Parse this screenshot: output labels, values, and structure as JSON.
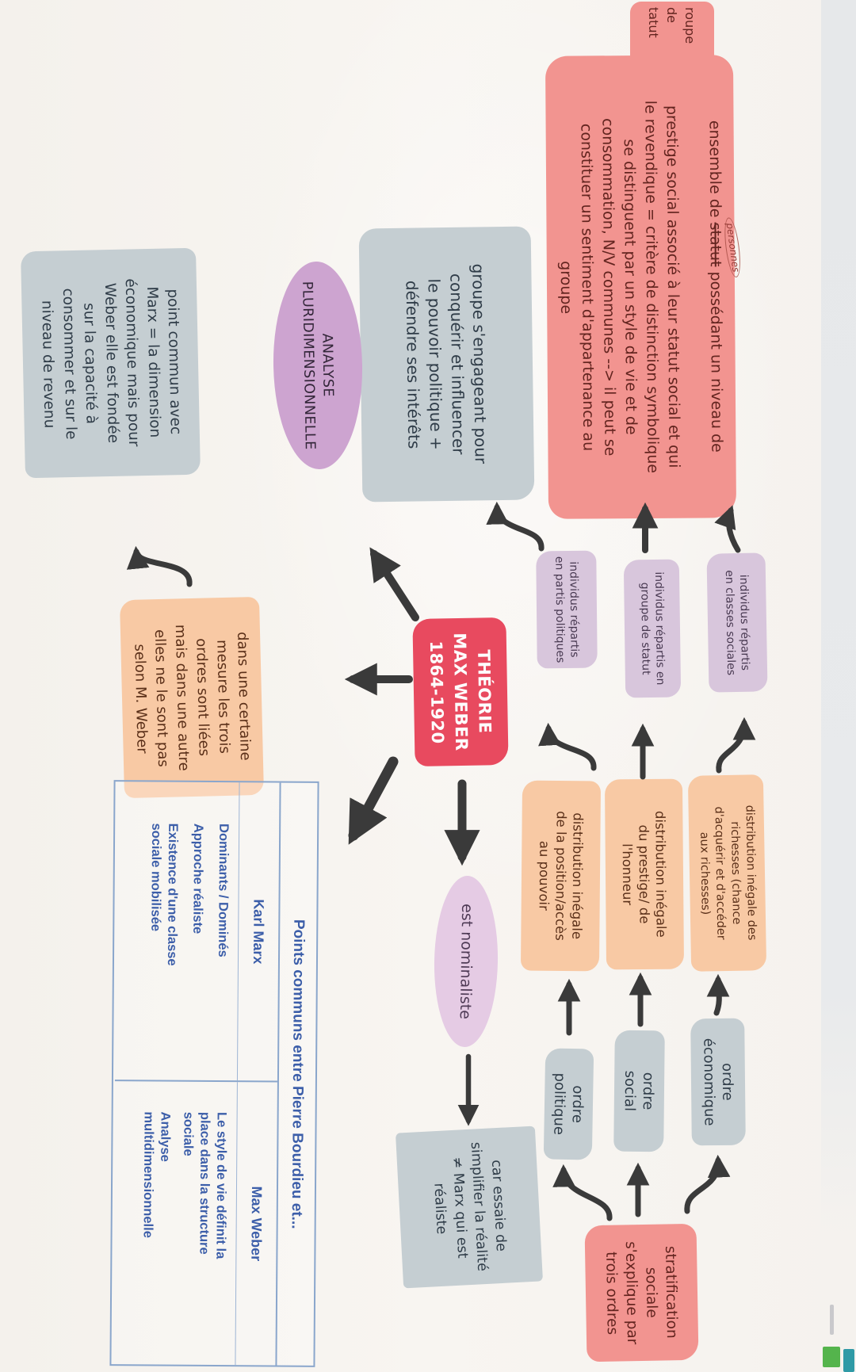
{
  "colors": {
    "paper": "#f7f4f0",
    "salmon": "#f29490",
    "red_node": "#e84a5f",
    "lavender": "#d8c6dc",
    "orchid": "#cda4d0",
    "pale_orchid": "#e5cbe4",
    "peach": "#f8c9a4",
    "blue_gray": "#c5ced2",
    "arrow": "#3a3a3a",
    "table_text": "#3c5ea9",
    "table_border": "#8aa6cc",
    "green_mark": "#54b44c",
    "teal_mark": "#2f9aa6"
  },
  "nodes": {
    "tab": {
      "text": "roupe\nde\ntatut"
    },
    "ensemble": {
      "line1_a": "ensemble de ",
      "line1_struck": "statut",
      "scribble": "personnes",
      "line1_b": " possédant un niveau de",
      "rest": "prestige social associé à leur statut social et qui\nle revendique = critère de distinction symbolique\nse distinguent par un style de vie et de\nconsommation, N/V communes --> il peut se\nconstituer un sentiment d'appartenance au\ngroupe"
    },
    "groupe_politique": {
      "text": "groupe s'engageant pour\nconquérir et influencer\nle pouvoir politique +\ndéfendre ses intérêts"
    },
    "analyse": {
      "text": "ANALYSE\nPLURIDIMENSIONNELLE"
    },
    "point_commun": {
      "text": "point commun avec\nMarx = la dimension\néconomique mais pour\nWeber elle est fondée\nsur la capacité à\nconsommer et sur le\nniveau de revenu"
    },
    "trois_ordres_lies": {
      "text": "dans une certaine\nmesure les trois\nordres sont liées\nmais dans une autre\nelles ne le sont pas\nselon M. Weber"
    },
    "theorie": {
      "text": "THÉORIE\nMAX WEBER\n1864-1920"
    },
    "repartis_partis": {
      "text": "individus répartis\nen partis politiques"
    },
    "repartis_statut": {
      "text": "individus répartis en\ngroupe de statut"
    },
    "repartis_classes": {
      "text": "individus répartis\nen classes sociales"
    },
    "dist_pouvoir": {
      "text": "distribution inégale\nde la position/accès\nau pouvoir"
    },
    "dist_prestige": {
      "text": "distribution inégale\ndu prestige/ de\nl'honneur"
    },
    "dist_richesses": {
      "text": "distribution inégale des\nrichesses (chance\nd'acquérir et d'accéder\naux richesses)"
    },
    "ordre_politique": {
      "text": "ordre\npolitique"
    },
    "ordre_social": {
      "text": "ordre\nsocial"
    },
    "ordre_economique": {
      "text": "ordre\néconomique"
    },
    "stratification": {
      "text": "stratification\nsociale\ns'explique par\ntrois ordres"
    },
    "nominaliste": {
      "text": "est nominaliste"
    },
    "simplifie": {
      "text": "car essaie de\nsimplifier la réalité\n≠ Marx qui est\nréaliste"
    }
  },
  "table": {
    "title": "Points communs entre Pierre Bourdieu et...",
    "columns": [
      "Karl Marx",
      "Max Weber"
    ],
    "karl_marx": [
      "Dominants / Dominés",
      "Approche réaliste",
      "Existence d'une classe\nsociale mobilisée"
    ],
    "max_weber": [
      "Le style de vie définit la\nplace dans la structure\nsociale",
      "Analyse\nmultidimensionnelle"
    ]
  }
}
